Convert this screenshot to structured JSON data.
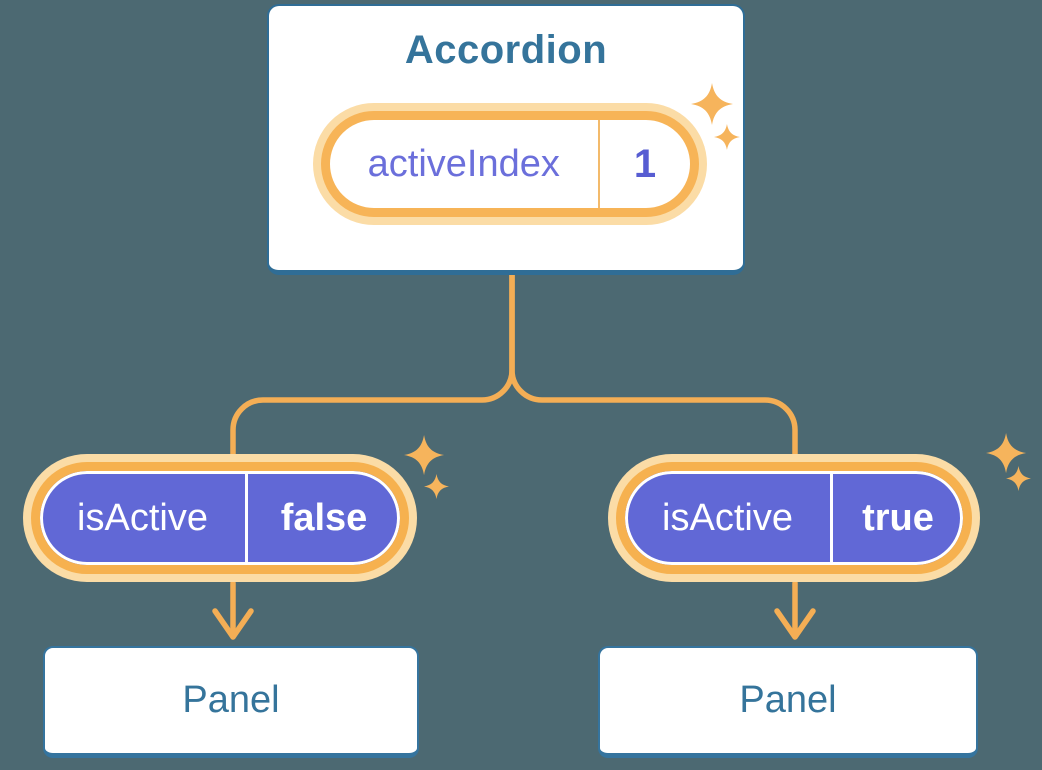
{
  "diagram": {
    "background_color": "#4C6972",
    "line_color": "#F4AE55",
    "glow_color": "#FBDCA6",
    "pill_border_color": "#F6B14F",
    "purple_fill": "#6168D6",
    "blue_text_color": "#35749B",
    "card_border_color": "#2F6D96",
    "sparkle_color": "#F6B45C",
    "nodes": {
      "accordion": {
        "title": "Accordion",
        "state": {
          "name": "activeIndex",
          "value": "1"
        }
      },
      "left_prop": {
        "name": "isActive",
        "value": "false"
      },
      "right_prop": {
        "name": "isActive",
        "value": "true"
      },
      "left_panel": {
        "title": "Panel"
      },
      "right_panel": {
        "title": "Panel"
      }
    }
  }
}
